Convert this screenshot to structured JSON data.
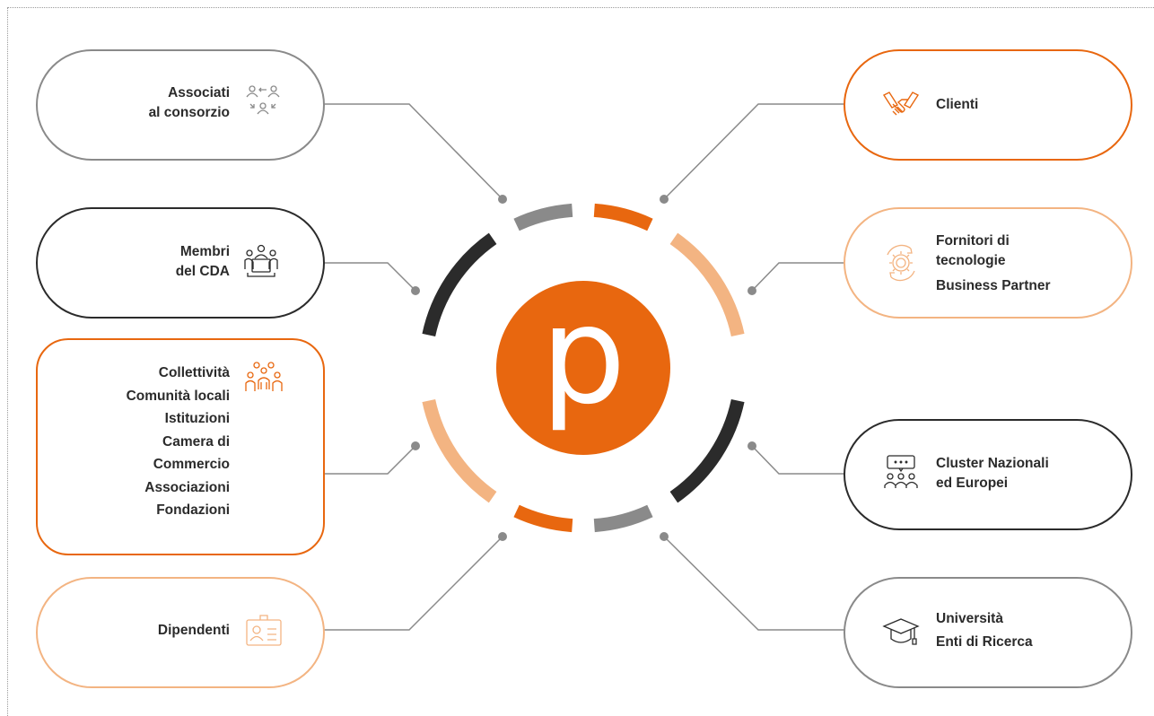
{
  "colors": {
    "orange": "#e8670f",
    "light_orange": "#f3b482",
    "gray": "#8a8a8a",
    "dark": "#2b2b2b"
  },
  "center": {
    "logo_letter": "p"
  },
  "stakeholders": {
    "associati": {
      "lines": [
        "Associati",
        "al consorzio"
      ],
      "icon": "people-exchange-icon"
    },
    "membri": {
      "lines": [
        "Membri",
        "del CDA"
      ],
      "icon": "board-meeting-icon"
    },
    "collettivita": {
      "lines": [
        "Collettività",
        "Comunità locali",
        "Istituzioni",
        "Camera di",
        "Commercio",
        "Associazioni",
        "Fondazioni"
      ],
      "icon": "community-group-icon"
    },
    "dipendenti": {
      "lines": [
        "Dipendenti"
      ],
      "icon": "employee-badge-icon"
    },
    "clienti": {
      "lines": [
        "Clienti"
      ],
      "icon": "handshake-icon"
    },
    "fornitori": {
      "lines": [
        "Fornitori di",
        "tecnologie",
        "Business Partner"
      ],
      "icon": "gear-cycle-icon"
    },
    "cluster": {
      "lines": [
        "Cluster Nazionali",
        "ed Europei"
      ],
      "icon": "presentation-group-icon"
    },
    "universita": {
      "lines": [
        "Università",
        "Enti di Ricerca"
      ],
      "icon": "graduation-cap-icon"
    }
  }
}
